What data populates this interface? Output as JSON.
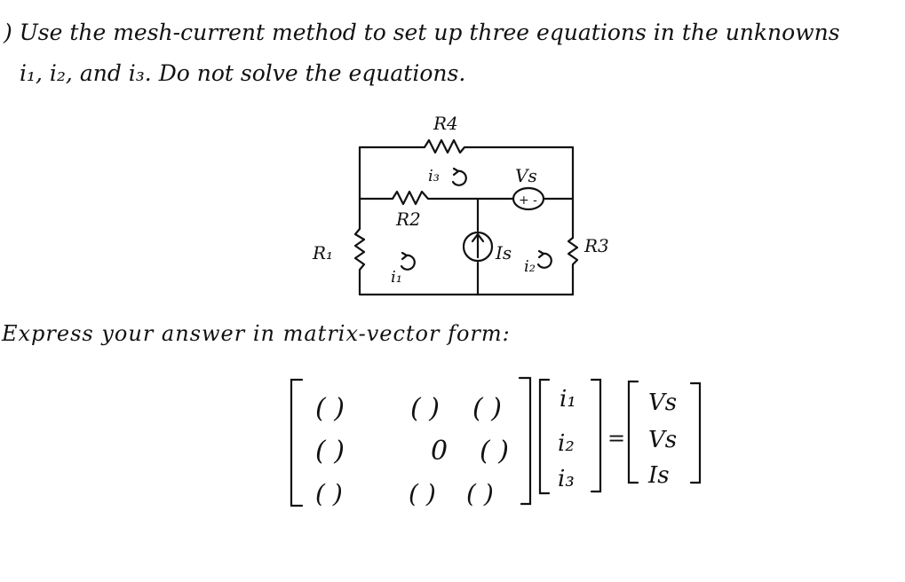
{
  "problem": {
    "line1": ") Use the mesh-current method to set up three equations in the unknowns",
    "line2": "i₁, i₂, and i₃. Do not solve the equations.",
    "express": "Express your answer in matrix-vector form:"
  },
  "circuit": {
    "labels": {
      "r4": "R4",
      "vs": "Vs",
      "vs_polarity": "+ -",
      "i3": "i₃",
      "r2": "R2",
      "r1": "R₁",
      "is": "Is",
      "i2": "i₂",
      "r3": "R3",
      "i1": "i₁"
    }
  },
  "matrix": {
    "row1": [
      "(  )",
      "(  )",
      "(  )"
    ],
    "row2": [
      "(  )",
      "0",
      "(  )"
    ],
    "row3": [
      "(  )",
      "(  )",
      "(  )"
    ]
  },
  "unknowns": [
    "i₁",
    "i₂",
    "i₃"
  ],
  "equals": "=",
  "rhs": [
    "Vs",
    "Vs",
    "Is"
  ]
}
